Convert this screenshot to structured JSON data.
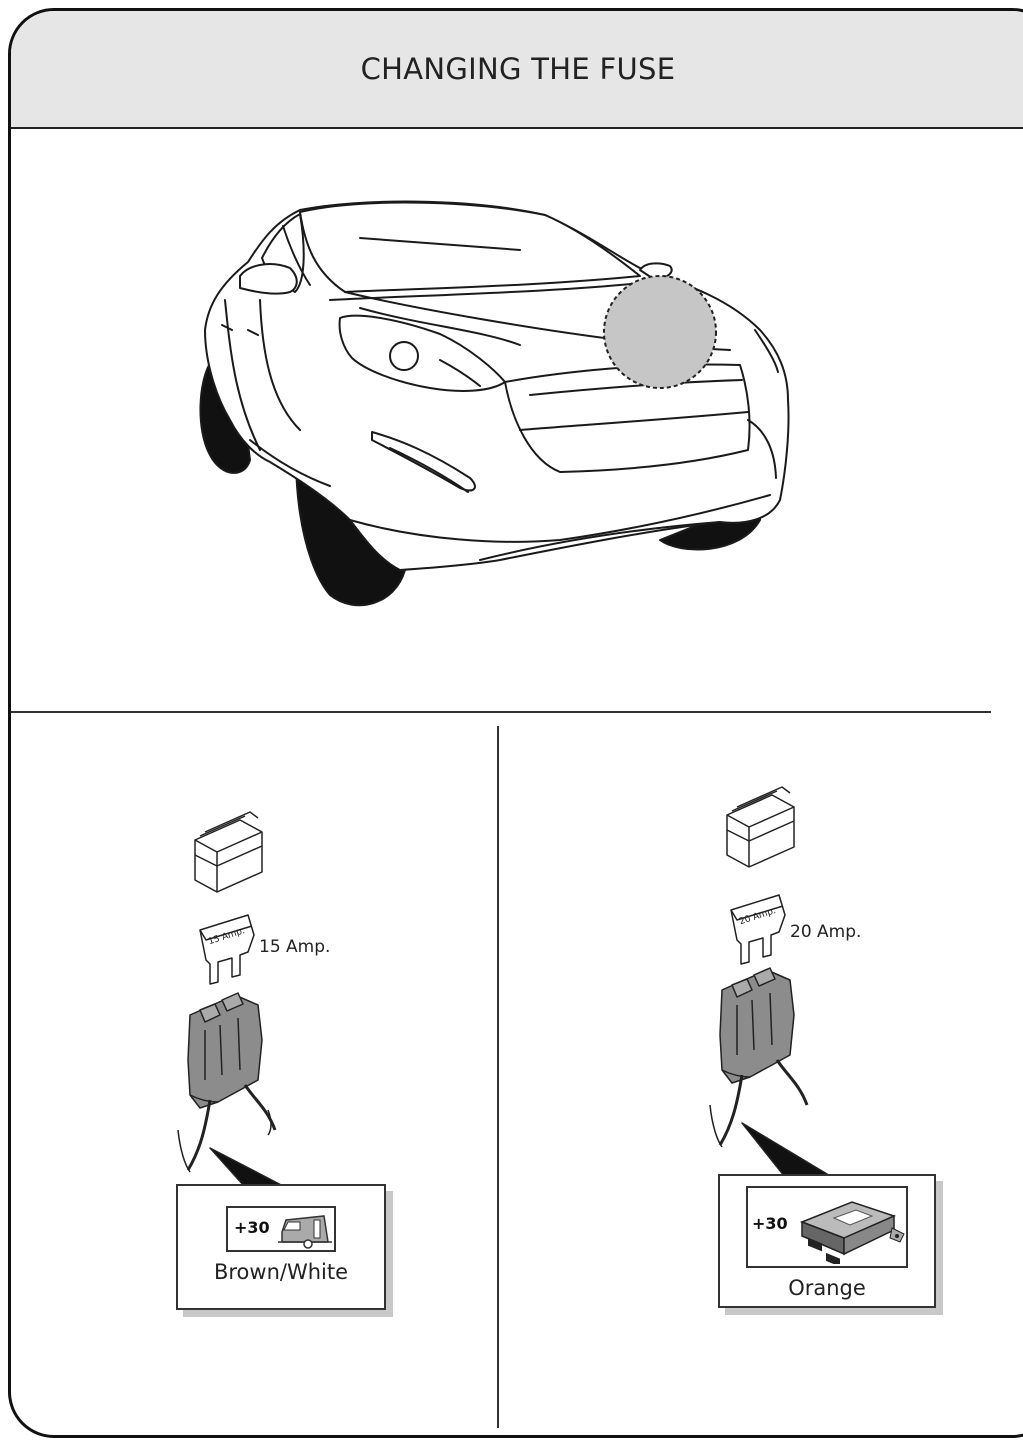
{
  "header": {
    "title": "CHANGING THE FUSE"
  },
  "left_panel": {
    "fuse_rating": "15 Amp.",
    "fuse_body_text": "15 Amp.",
    "terminal_code": "+30",
    "terminal_icon": "trailer-icon",
    "wire_color": "Brown/White"
  },
  "right_panel": {
    "fuse_rating": "20 Amp.",
    "fuse_body_text": "20 Amp.",
    "terminal_code": "+30",
    "terminal_icon": "control-module-icon",
    "wire_color": "Orange"
  },
  "colors": {
    "header_background": "#e6e6e6",
    "highlight_circle": "#c6c6c6",
    "connector_gray": "#8c8c8c",
    "frame_line": "#111111"
  }
}
